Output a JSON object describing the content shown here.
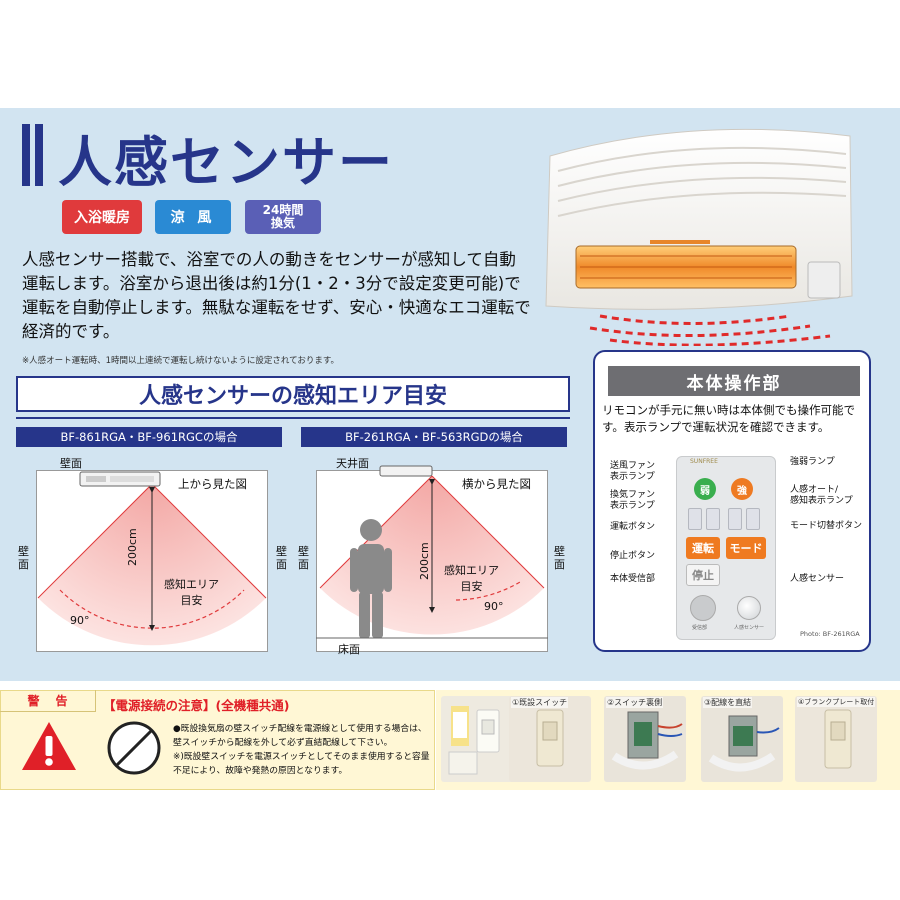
{
  "title": "人感センサー",
  "badges": [
    "入浴暖房",
    "涼 風",
    "24時間\n換気"
  ],
  "description": "人感センサー搭載で、浴室での人の動きをセンサーが感知して自動運転します。浴室から退出後は約1分(1・2・3分で設定変更可能)で運転を自動停止します。無駄な運転をせず、安心・快適なエコ運転で経済的です。",
  "note": "※人感オート運転時、1時間以上連続で運転し続けないように設定されております。",
  "area": {
    "heading": "人感センサーの感知エリア目安",
    "left": {
      "model": "BF-861RGA・BF-961RGCの場合",
      "top_label": "壁面",
      "view": "上から見た図",
      "side_left": "壁面",
      "side_right": "壁面",
      "distance": "200cm",
      "zone": "感知エリア\n目安",
      "angle": "90°"
    },
    "right": {
      "model": "BF-261RGA・BF-563RGDの場合",
      "top_label": "天井面",
      "view": "横から見た図",
      "side_left": "壁面",
      "side_right": "壁面",
      "distance": "200cm",
      "zone": "感知エリア\n目安",
      "angle": "90°",
      "floor": "床面"
    }
  },
  "controls": {
    "title": "本体操作部",
    "description": "リモコンが手元に無い時は本体側でも操作可能です。表示ランプで運転状況を確認できます。",
    "remote": {
      "weak": "弱",
      "strong": "強",
      "run": "運転",
      "mode": "モード",
      "stop": "停止",
      "receiver": "受信部",
      "sensor": "人感センサー",
      "sun": "SUNFREE"
    },
    "callouts": {
      "fan_lamp": "送風ファン\n表示ランプ",
      "vent_lamp": "換気ファン\n表示ランプ",
      "run_btn": "運転ボタン",
      "stop_btn": "停止ボタン",
      "receiver": "本体受信部",
      "strength_lamp": "強弱ランプ",
      "auto_lamp": "人感オート/\n感知表示ランプ",
      "mode_btn": "モード切替ボタン",
      "sensor": "人感センサー"
    },
    "photo_credit": "Photo: BF-261RGA"
  },
  "warning": {
    "label": "警告",
    "heading": "【電源接続の注意】(全機種共通)",
    "text": "●既設換気扇の壁スイッチ配線を電源線として使用する場合は、壁スイッチから配線を外して必ず直結配線して下さい。\n※)既設壁スイッチを電源スイッチとしてそのまま使用すると容量不足により、故障や発熱の原因となります。"
  },
  "steps": [
    "①既設スイッチ",
    "②スイッチ裏側",
    "③配線を直結",
    "④ブランクプレート取付"
  ],
  "colors": {
    "navy": "#26358a",
    "panel": "#d2e4f1",
    "red": "#e03a3c",
    "orange": "#ef7a20"
  }
}
